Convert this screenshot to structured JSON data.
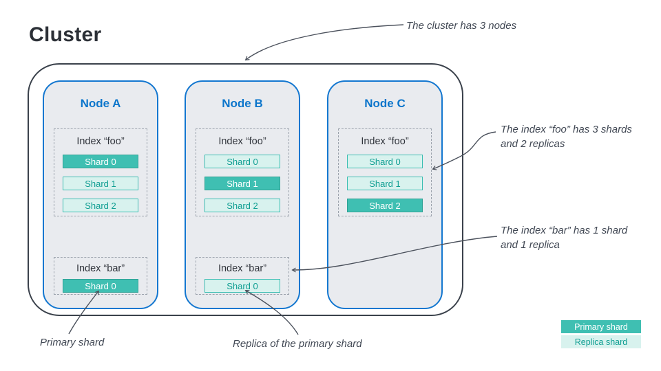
{
  "title": "Cluster",
  "annotations": {
    "cluster": "The cluster has 3 nodes",
    "foo_line1": "The index “foo” has 3 shards",
    "foo_line2": "and 2 replicas",
    "bar_line1": "The index “bar” has 1 shard",
    "bar_line2": "and 1 replica",
    "primary_shard": "Primary shard",
    "replica_shard": "Replica of the primary shard"
  },
  "nodes": [
    {
      "name": "Node A",
      "indices": [
        {
          "title": "Index “foo”",
          "shards": [
            {
              "label": "Shard 0",
              "type": "primary"
            },
            {
              "label": "Shard 1",
              "type": "replica"
            },
            {
              "label": "Shard 2",
              "type": "replica"
            }
          ]
        },
        {
          "title": "Index “bar”",
          "shards": [
            {
              "label": "Shard 0",
              "type": "primary"
            }
          ]
        }
      ]
    },
    {
      "name": "Node B",
      "indices": [
        {
          "title": "Index “foo”",
          "shards": [
            {
              "label": "Shard 0",
              "type": "replica"
            },
            {
              "label": "Shard 1",
              "type": "primary"
            },
            {
              "label": "Shard 2",
              "type": "replica"
            }
          ]
        },
        {
          "title": "Index “bar”",
          "shards": [
            {
              "label": "Shard 0",
              "type": "replica"
            }
          ]
        }
      ]
    },
    {
      "name": "Node C",
      "indices": [
        {
          "title": "Index “foo”",
          "shards": [
            {
              "label": "Shard 0",
              "type": "replica"
            },
            {
              "label": "Shard 1",
              "type": "replica"
            },
            {
              "label": "Shard 2",
              "type": "primary"
            }
          ]
        }
      ]
    }
  ],
  "legend": [
    {
      "label": "Primary shard",
      "type": "primary"
    },
    {
      "label": "Replica shard",
      "type": "replica"
    }
  ],
  "colors": {
    "primary_fill": "#3fbfb2",
    "replica_fill": "#d8f2ee",
    "node_border": "#1377d0",
    "node_fill": "#e9ebef",
    "cluster_border": "#3a414b",
    "arrow": "#4b515c"
  }
}
